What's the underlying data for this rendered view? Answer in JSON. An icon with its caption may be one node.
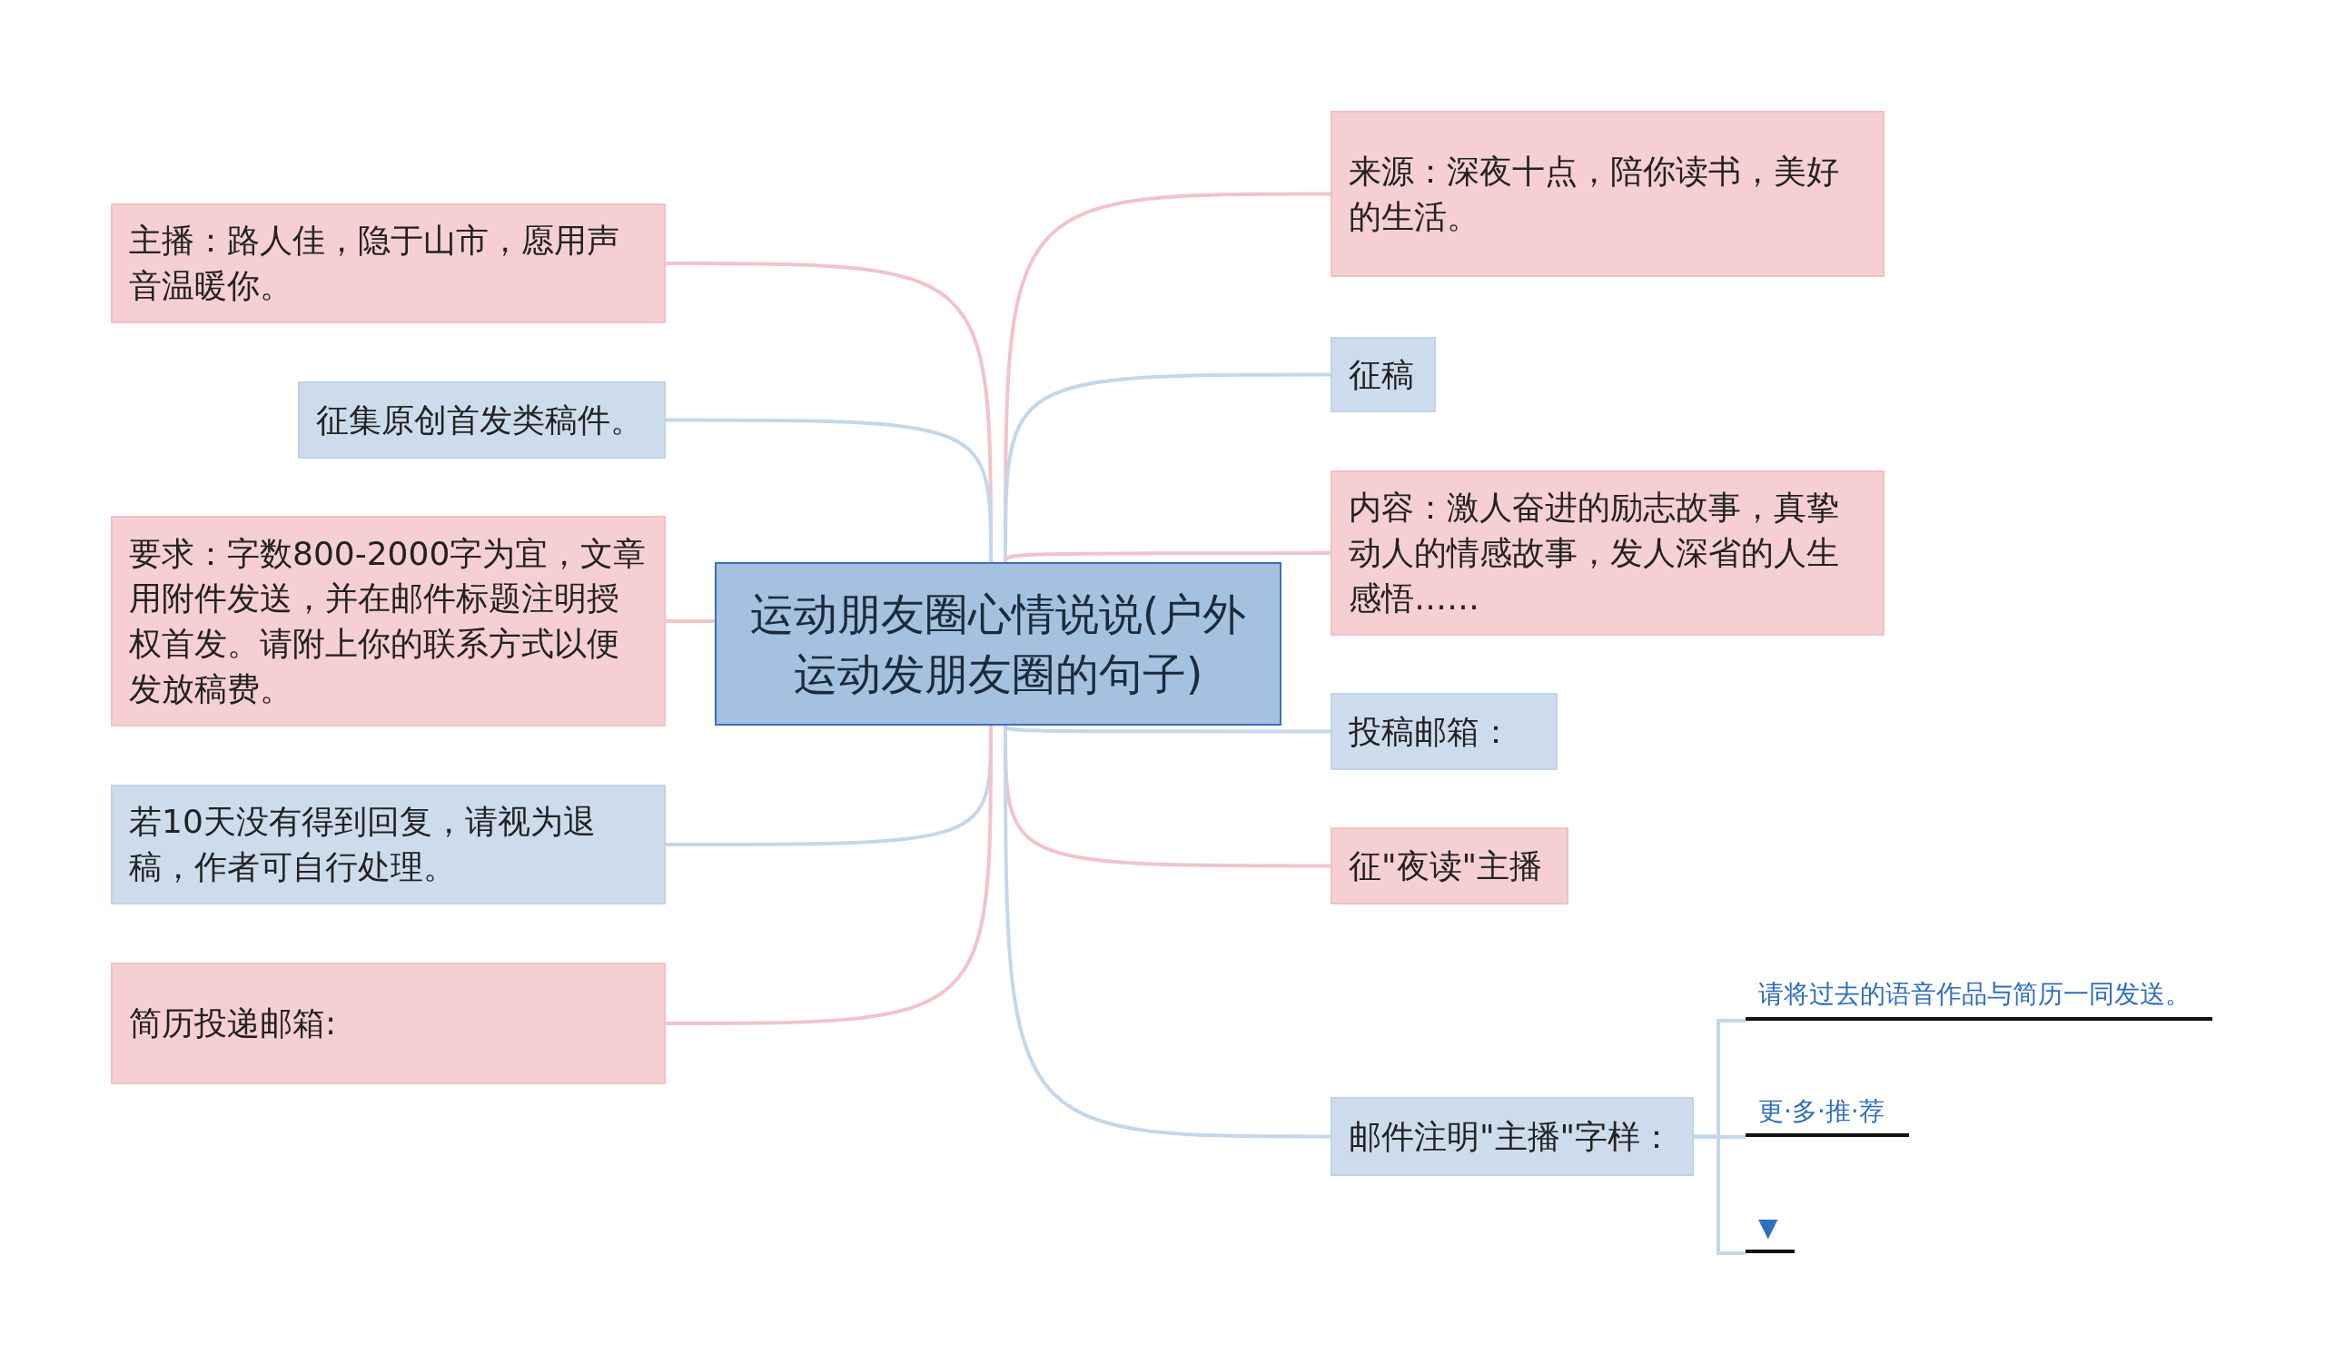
{
  "diagram": {
    "nodes": [
      {
        "text": [
          "运动朋友圈心情说说(户外运动发朋友圈的句子)"
        ]
      },
      {
        "text": [
          "主播：路人佳，隐于山市，愿用声音温暖你。"
        ]
      },
      {
        "text": [
          "征集原创首发类稿件。"
        ]
      },
      {
        "text": [
          "要求：字数800-2000字为宜，文章用附件发送，并在邮件标题注明授权首发。请附上你的联系方式以便发放稿费。"
        ]
      },
      {
        "text": [
          "若10天没有得到回复，请视为退稿，作者可自行处理。"
        ]
      },
      {
        "text": [
          "简历投递邮箱:"
        ]
      },
      {
        "text": [
          "来源：深夜十点，陪你读书，美好的生活。"
        ]
      },
      {
        "text": [
          "征稿"
        ]
      },
      {
        "text": [
          "内容：激人奋进的励志故事，真挚动人的情感故事，发人深省的人生感悟……"
        ]
      },
      {
        "text": [
          "投稿邮箱："
        ]
      },
      {
        "text": [
          "征\"夜读\"主播"
        ]
      },
      {
        "text": [
          "邮件注明\"主播\"字样："
        ]
      },
      {
        "text": [
          "请将过去的语音作品与简历一同发送。"
        ]
      },
      {
        "text": [
          "更·多·推·荐"
        ]
      },
      {
        "text": [
          "▼"
        ]
      }
    ],
    "edges": [
      {
        "from": 0,
        "to": 1,
        "arrow": "none",
        "color": "#f0c4c8"
      },
      {
        "from": 0,
        "to": 2,
        "arrow": "none",
        "color": "#c4d7ea"
      },
      {
        "from": 0,
        "to": 3,
        "arrow": "none",
        "color": "#f0c4c8"
      },
      {
        "from": 0,
        "to": 4,
        "arrow": "none",
        "color": "#c4d7ea"
      },
      {
        "from": 0,
        "to": 5,
        "arrow": "none",
        "color": "#f0c4c8"
      },
      {
        "from": 0,
        "to": 6,
        "arrow": "none",
        "color": "#f0c4c8"
      },
      {
        "from": 0,
        "to": 7,
        "arrow": "none",
        "color": "#c4d7ea"
      },
      {
        "from": 0,
        "to": 8,
        "arrow": "none",
        "color": "#f0c4c8"
      },
      {
        "from": 0,
        "to": 9,
        "arrow": "none",
        "color": "#c4d7ea"
      },
      {
        "from": 0,
        "to": 10,
        "arrow": "none",
        "color": "#f0c4c8"
      },
      {
        "from": 0,
        "to": 11,
        "arrow": "none",
        "color": "#c4d7ea"
      },
      {
        "from": 11,
        "to": 12,
        "arrow": "none",
        "color": "#c4d7ea"
      },
      {
        "from": 11,
        "to": 13,
        "arrow": "none",
        "color": "#c4d7ea"
      },
      {
        "from": 11,
        "to": 14,
        "arrow": "none",
        "color": "#c4d7ea"
      }
    ]
  }
}
